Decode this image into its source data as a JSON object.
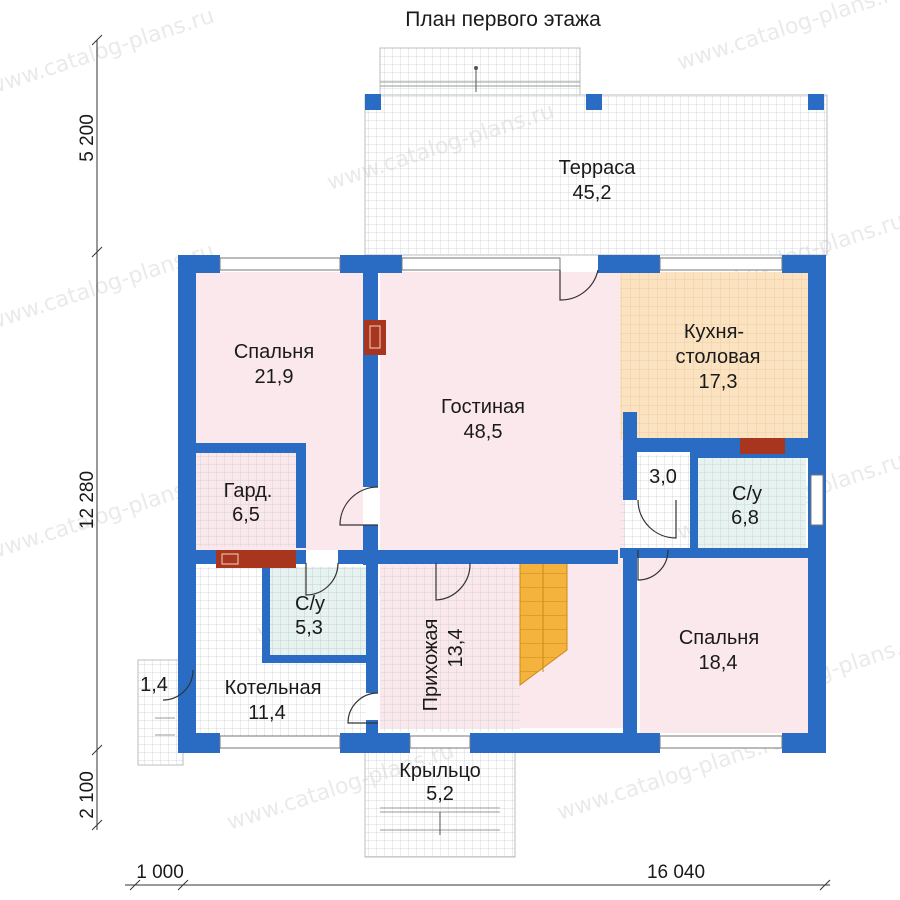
{
  "title": "План первого этажа",
  "watermark": "www.catalog-plans.ru",
  "colors": {
    "wall": "#2a6cc4",
    "pink_floor": "#fbe8ec",
    "kitchen_floor": "#fbe3c2",
    "bath_floor": "#e6f3f0",
    "tile_grid": "#cfd3d6",
    "stairs": "#f4b33c",
    "stove": "#a8361e"
  },
  "rooms": {
    "terrace": {
      "name": "Терраса",
      "area": "45,2"
    },
    "bedroom1": {
      "name": "Спальня",
      "area": "21,9"
    },
    "living": {
      "name": "Гостиная",
      "area": "48,5"
    },
    "kitchen": {
      "name1": "Кухня-",
      "name2": "столовая",
      "area": "17,3"
    },
    "wardrobe": {
      "name": "Гард.",
      "area": "6,5"
    },
    "hall_small": {
      "area": "3,0"
    },
    "bath2": {
      "name": "С/у",
      "area": "6,8"
    },
    "bath1": {
      "name": "С/у",
      "area": "5,3"
    },
    "entry": {
      "name": "Прихожая",
      "area": "13,4"
    },
    "bedroom2": {
      "name": "Спальня",
      "area": "18,4"
    },
    "boiler": {
      "name": "Котельная",
      "area": "11,4"
    },
    "side_step": {
      "area": "1,4"
    },
    "porch": {
      "name": "Крыльцо",
      "area": "5,2"
    }
  },
  "dimensions": {
    "left_top": "5 200",
    "left_mid": "12 280",
    "left_bottom": "2 100",
    "bottom_left": "1 000",
    "bottom_right": "16 040"
  }
}
